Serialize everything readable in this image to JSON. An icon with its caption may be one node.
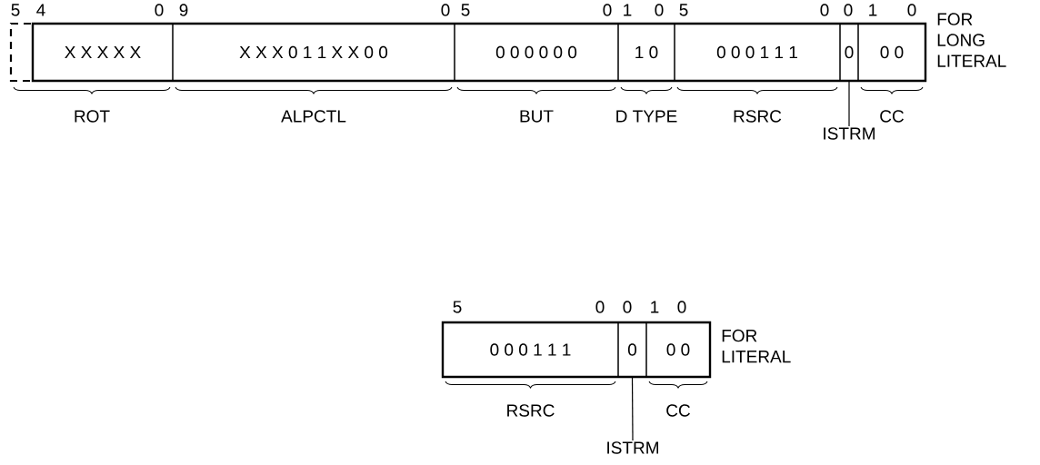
{
  "diagram": {
    "nodes": [
      {
        "text": [],
        "shape": "box"
      },
      {
        "text": [
          "X X X X X"
        ],
        "in": 0
      },
      {
        "text": [
          "X X X 0 1 1 X X 0 0"
        ],
        "in": 0
      },
      {
        "text": [
          "0 0 0 0 0 0"
        ],
        "in": 0
      },
      {
        "text": [
          "1 0"
        ],
        "in": 0
      },
      {
        "text": [
          "0 0 0 1 1 1"
        ],
        "in": 0
      },
      {
        "text": [
          "0"
        ],
        "in": 0
      },
      {
        "text": [
          "0 0"
        ],
        "in": 0
      },
      {
        "text": [
          "ISTRM"
        ]
      },
      {
        "text": [],
        "shape": "box"
      },
      {
        "text": [
          "0 0 0 1 1 1"
        ],
        "in": 9
      },
      {
        "text": [
          "0"
        ],
        "in": 9
      },
      {
        "text": [
          "0 0"
        ],
        "in": 9
      },
      {
        "text": [
          "ISTRM"
        ]
      }
    ],
    "edges": [
      {
        "from": 8,
        "to": 6,
        "arrow": "none"
      },
      {
        "from": 13,
        "to": 11,
        "arrow": "none"
      }
    ],
    "labels": [
      "5",
      "4",
      "0",
      "9",
      "0",
      "5",
      "0",
      "1",
      "0",
      "5",
      "0",
      "0",
      "1",
      "0",
      "FOR LONG LITERAL",
      "ROT",
      "ALPCTL",
      "BUT",
      "D TYPE",
      "RSRC",
      "CC",
      "5",
      "0",
      "0",
      "1",
      "0",
      "FOR LITERAL",
      "RSRC",
      "CC"
    ]
  }
}
